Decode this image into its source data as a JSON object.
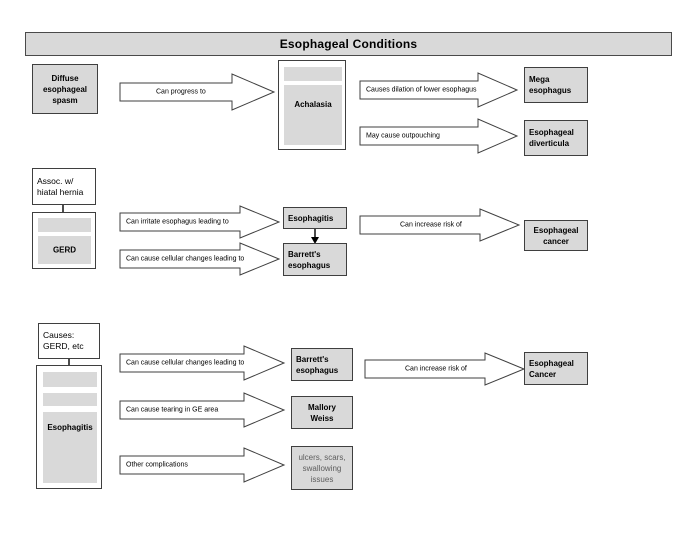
{
  "page": {
    "title": "Esophageal Conditions"
  },
  "sections": [
    {
      "id": "section-achalasia",
      "source_note": null,
      "source": {
        "label": "Diffuse esophageal spasm"
      },
      "arrows": [
        {
          "label": "Can progress to"
        },
        {
          "label": "Causes dilation of lower esophagus"
        },
        {
          "label": "May cause outpouching"
        }
      ],
      "middle": {
        "label": "Achalasia"
      },
      "targets": [
        {
          "label": "Mega esophagus"
        },
        {
          "label": "Esophageal diverticula"
        }
      ]
    },
    {
      "id": "section-gerd",
      "source_note": {
        "label": "Assoc. w/ hiatal hernia"
      },
      "source": {
        "label": "GERD"
      },
      "arrows": [
        {
          "label": "Can irritate esophagus leading to"
        },
        {
          "label": "Can cause cellular changes leading to"
        },
        {
          "label": "Can increase risk of"
        }
      ],
      "middle_boxes": [
        {
          "label": "Esophagitis"
        },
        {
          "label": "Barrett's esophagus"
        }
      ],
      "targets": [
        {
          "label": "Esophageal cancer"
        }
      ]
    },
    {
      "id": "section-esophagitis",
      "source_note": {
        "label": "Causes: GERD, etc"
      },
      "source": {
        "label": "Esophagitis"
      },
      "arrows": [
        {
          "label": "Can cause cellular changes leading to"
        },
        {
          "label": "Can cause tearing in GE area"
        },
        {
          "label": "Other complications"
        },
        {
          "label": "Can increase risk of"
        }
      ],
      "middle_boxes": [
        {
          "label": "Barrett's esophagus"
        },
        {
          "label": "Mallory Weiss"
        },
        {
          "label": "ulcers, scars, swallowing issues"
        }
      ],
      "targets": [
        {
          "label": "Esophageal Cancer"
        }
      ]
    }
  ],
  "colors": {
    "box_fill": "#d9d9d9",
    "box_border": "#3f3f3f",
    "banner_fill": "#d9d9d9",
    "page_bg": "#ffffff",
    "muted_text": "#5d5d5d"
  }
}
